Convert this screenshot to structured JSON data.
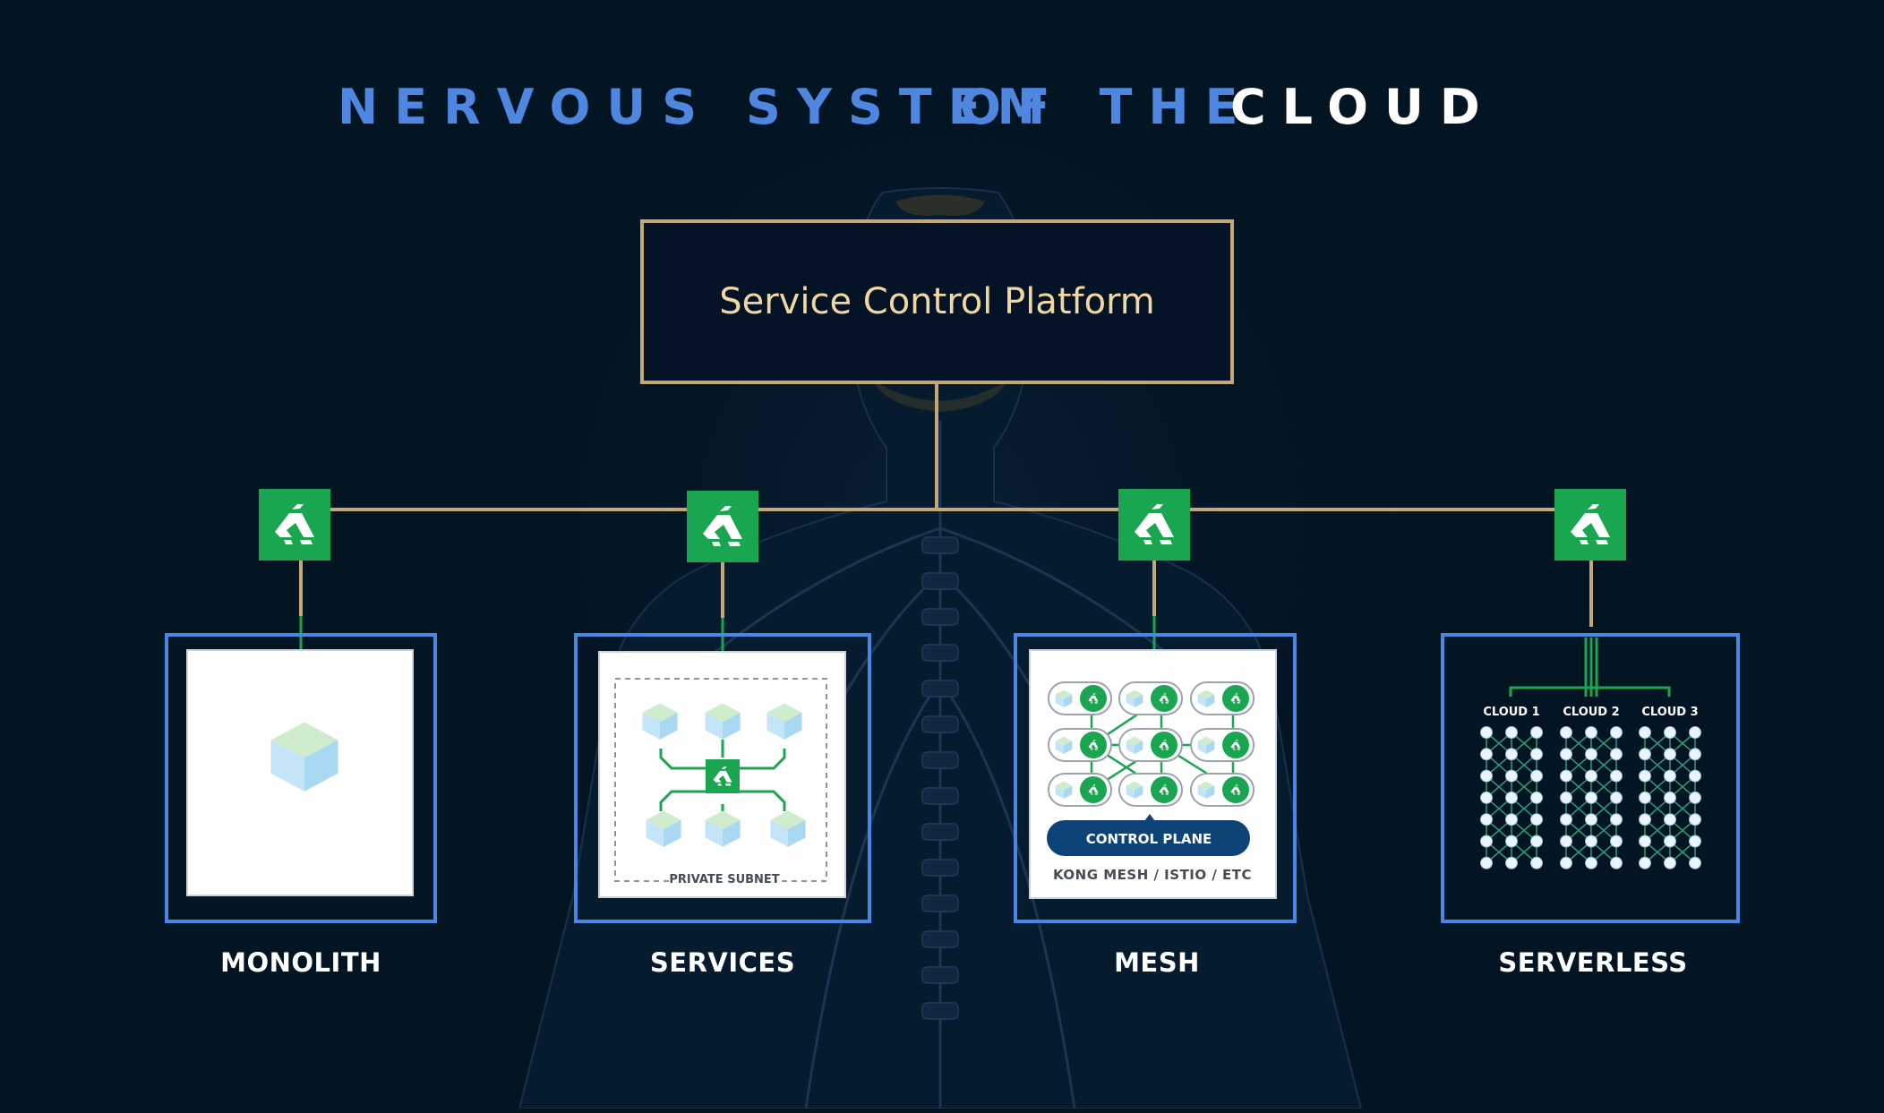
{
  "title": {
    "part1": "NERVOUS SYSTEM",
    "part2": "OF THE",
    "part3": "CLOUD"
  },
  "platform": {
    "label": "Service Control Platform"
  },
  "categories": [
    {
      "label": "MONOLITH"
    },
    {
      "label": "SERVICES"
    },
    {
      "label": "MESH"
    },
    {
      "label": "SERVERLESS"
    }
  ],
  "services": {
    "subnet_label": "PRIVATE SUBNET"
  },
  "mesh": {
    "control_plane": "CONTROL PLANE",
    "caption": "KONG MESH / ISTIO / ETC"
  },
  "serverless": {
    "clouds": [
      "CLOUD 1",
      "CLOUD 2",
      "CLOUD 3"
    ]
  },
  "colors": {
    "background": "#031422",
    "title_blue": "#4e86e0",
    "title_white": "#ffffff",
    "gold": "#c6a878",
    "platform_text": "#f4d6a0",
    "kong_green": "#1aa551",
    "frame_blue": "#4a86e6",
    "control_plane_navy": "#0d4376"
  },
  "icons": [
    "kong-gorilla-icon",
    "cube-icon",
    "human-nervous-system-image"
  ]
}
